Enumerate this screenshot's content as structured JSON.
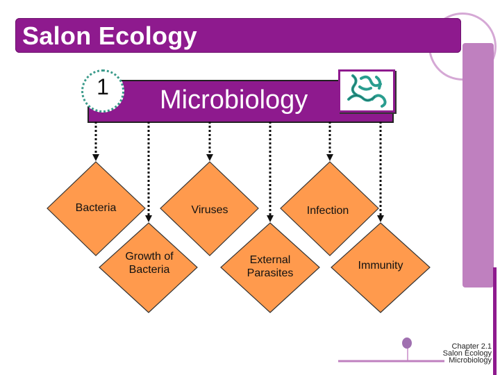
{
  "slide": {
    "title": "Salon Ecology",
    "section_number": "1",
    "header": "Microbiology",
    "header_image_icon": "bacteria-cluster-icon"
  },
  "topics": [
    {
      "label": "Bacteria"
    },
    {
      "label": "Growth of Bacteria"
    },
    {
      "label": "Viruses"
    },
    {
      "label": "External Parasites"
    },
    {
      "label": "Infection"
    },
    {
      "label": "Immunity"
    }
  ],
  "footer": {
    "line1": "Chapter 2.1",
    "line2": "Salon Ecology",
    "line3": "Microbiology"
  },
  "colors": {
    "brand_purple": "#8e1a8e",
    "light_purple": "#bf80bf",
    "diamond_fill": "#ff9a4d",
    "teal": "#2a9d8f"
  }
}
